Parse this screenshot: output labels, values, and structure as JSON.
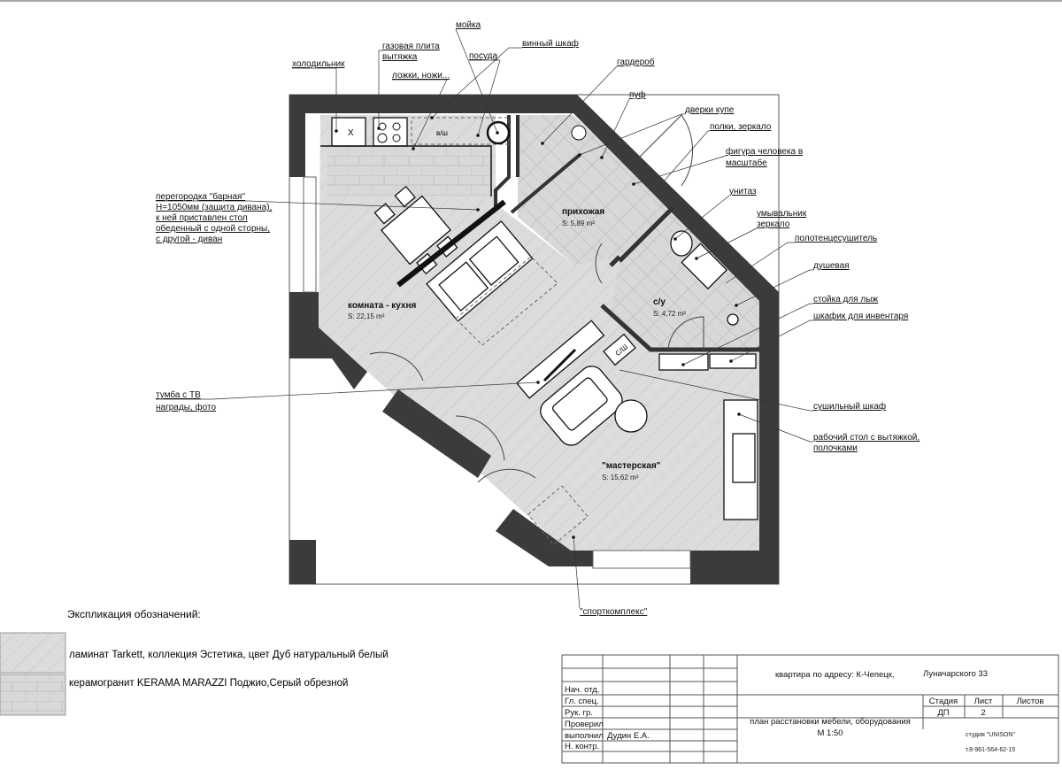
{
  "plan": {
    "callouts": {
      "fridge": "холодильник",
      "stove_1": "газовая плита",
      "stove_2": "вытяжка",
      "sink": "мойка",
      "wine": "винный шкаф",
      "dishes": "посуда",
      "cutlery": "ложки, ножи...",
      "wardrobe": "гардероб",
      "pouf": "пуф",
      "sliding_doors": "дверки купе",
      "shelves_mirror": "полки, зеркало",
      "human_1": "фигура человека в",
      "human_2": "масштабе",
      "toilet": "унитаз",
      "washbasin_1": "умывальник",
      "washbasin_2": "зеркало",
      "towel_dryer": "полотенцесушитель",
      "shower": "душевая",
      "ski_rack": "стойка для лыж",
      "inventory_cabinet": "шкафик для инвентаря",
      "drying_cabinet": "сушильный шкаф",
      "desk_1": "рабочий стол с вытяжкой,",
      "desk_2": "полочками",
      "bar_1": "перегородка \"барная\"",
      "bar_2": "Н=1050мм (защита дивана),",
      "bar_3": "к ней приставлен стол",
      "bar_4": "обеденный с одной сторны,",
      "bar_5": "с другой - диван",
      "tv_1": "тумба с ТВ",
      "tv_2": "награды, фото",
      "sport": "\"спорткомплекс\""
    },
    "marks": {
      "fridge_x": "X",
      "wine_short": "в/ш",
      "drying_short": "С/Ш"
    },
    "rooms": [
      {
        "name": "комната - кухня",
        "area": "S: 22,15 m²"
      },
      {
        "name": "прихожая",
        "area": "S: 5,89 m²"
      },
      {
        "name": "с/у",
        "area": "S: 4,72 m²"
      },
      {
        "name": "\"мастерская\"",
        "area": "S: 15,62 m²"
      }
    ]
  },
  "legend": {
    "title": "Экспликация обозначений:",
    "items": [
      "ламинат Tarkett, коллекция Эстетика, цвет Дуб натуральный белый",
      "керамогранит  KERAMA MARAZZI Поджио,Серый обрезной"
    ]
  },
  "title_block": {
    "roles": [
      "Нач. отд.",
      "Гл. спец.",
      "Рук. гр.",
      "Проверил",
      "выполнил",
      "Н. контр."
    ],
    "performer": "Дудин Е.А.",
    "address_label": "квартира по адресу: К-Чепецк,",
    "address_value": "Луначарского 33",
    "sheet_title": "план расстановки мебели, оборудования",
    "scale": "М 1:50",
    "stage_header": "Стадия",
    "sheet_header": "Лист",
    "sheets_header": "Листов",
    "stage": "ДП",
    "sheet": "2",
    "studio": "студия \"UNISON\"",
    "phone": "т.8-961-564-62-15"
  },
  "colors": {
    "wall": "#3b3b3b",
    "floor": "#dcdcdc"
  }
}
